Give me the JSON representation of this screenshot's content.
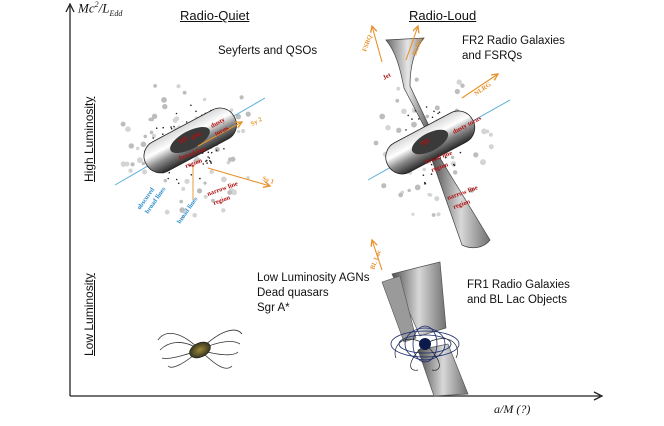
{
  "axes": {
    "y_label_main": "Mc",
    "y_label_exp": "2",
    "y_label_tail": "/L",
    "y_label_sub": "Edd",
    "x_label": "a/M (?)"
  },
  "columns": {
    "radio_quiet": "Radio-Quiet",
    "radio_loud": "Radio-Loud"
  },
  "rows": {
    "high": "High Luminosity",
    "low": "Low Luminosity"
  },
  "panels": {
    "top_left": [
      "Seyferts and QSOs"
    ],
    "top_right": [
      "FR2 Radio Galaxies",
      "and FSRQs"
    ],
    "bottom_left": [
      "Low Luminosity AGNs",
      "Dead quasars",
      "Sgr A*"
    ],
    "bottom_right": [
      "FR1 Radio Galaxies",
      "and BL Lac Objects"
    ]
  },
  "annotations": {
    "sy2": "Sy 2",
    "sy1": "Sy 1",
    "dusty_torus_1": "dusty",
    "dusty_torus_2": "torus",
    "bh": "BH",
    "disk": "disk",
    "broad_line_1": "broad line",
    "broad_line_2": "region",
    "narrow_line_1": "narrow line",
    "narrow_line_2": "region",
    "obscured_1": "obscured",
    "obscured_2": "broad lines",
    "broad_lines": "broad lines",
    "jet": "Jet",
    "fsrq": "FSRQ",
    "blrg": "BLRG",
    "nlrg": "NLRG",
    "bl_lac": "BL Lac",
    "rl_narrow_1": "narrow line",
    "rl_narrow_2": "region",
    "rl_broad_1": "broad line",
    "rl_broad_2": "region",
    "rl_bh": "BH",
    "rl_dusty": "dusty torus"
  },
  "colors": {
    "accent_orange": "#e8912a",
    "label_red": "#b01010",
    "line_blue": "#5aaed8",
    "label_blue": "#2a8ccc"
  }
}
